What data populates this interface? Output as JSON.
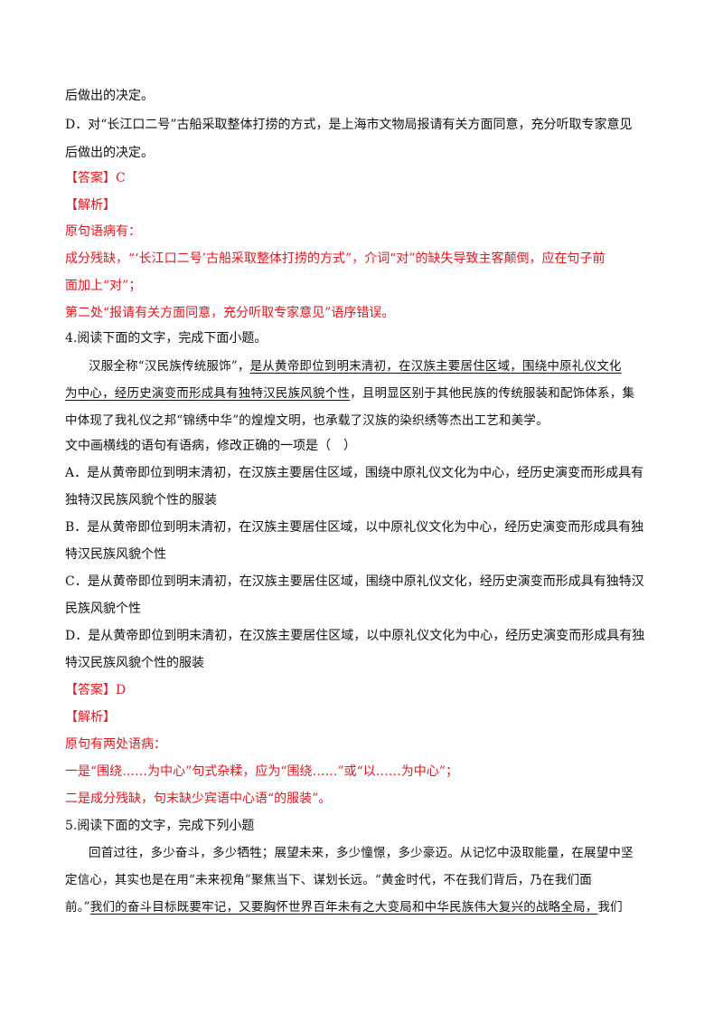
{
  "lines": {
    "l1": "后做出的决定。",
    "l2": "D．对“长江口二号”古船采取整体打捞的方式，是上海市文物局报请有关方面同意，充分听取专家意见",
    "l3": "后做出的决定。",
    "l4": "【答案】C",
    "l5": "【解析】",
    "l6": "原句语病有：",
    "l7": "成分残缺，“‘长江口二号’古船采取整体打捞的方式”，介词“对”的缺失导致主客颠倒，应在句子前",
    "l8": "面加上“对”；",
    "l9": "第二处“报请有关方面同意，充分听取专家意见”语序错误。",
    "l10": "4.阅读下面的文字，完成下面小题。",
    "l11a": "汉服全称“汉民族传统服饰”，",
    "l11b": "是从黄帝即位到明末清初，在汉族主要居住区域，围绕中原礼仪文化",
    "l12a": "为中心，经历史演变而形成具有独特汉民族风貌个性",
    "l12b": "，且明显区别于其他民族的传统服装和配饰体系，集",
    "l13": "中体现了我礼仪之邦“锦绣中华”的煌煌文明，也承载了汉族的染织绣等杰出工艺和美学。",
    "l14": "文中画横线的语句有语病，修改正确的一项是（　）",
    "l15": "A．是从黄帝即位到明末清初，在汉族主要居住区域，围绕中原礼仪文化为中心，经历史演变而形成具有",
    "l16": "独特汉民族风貌个性的服装",
    "l17": "B．是从黄帝即位到明末清初，在汉族主要居住区域，以中原礼仪文化为中心，经历史演变而形成具有独",
    "l18": "特汉民族风貌个性",
    "l19": "C．是从黄帝即位到明末清初，在汉族主要居住区域，围绕中原礼仪文化，经历史演变而形成具有独特汉",
    "l20": "民族风貌个性",
    "l21": "D．是从黄帝即位到明末清初，在汉族主要居住区域，以中原礼仪文化为中心，经历史演变而形成具有独",
    "l22": "特汉民族风貌个性的服装",
    "l23": "【答案】D",
    "l24": "【解析】",
    "l25": "原句有两处语病：",
    "l26": "一是“围绕……为中心”句式杂糅，应为“围绕……”或“以……为中心”；",
    "l27": "二是成分残缺，句末缺少宾语中心语“的服装”。",
    "l28": "5.阅读下面的文字，完成下列小题",
    "l29": "回首过往，多少奋斗，多少牺牲；展望未来，多少憧憬，多少豪迈。从记忆中汲取能量，在展望中坚",
    "l30": "定信心，其实也是在用“未来视角”聚焦当下、谋划长远。“黄金时代，不在我们背后，乃在我们面",
    "l31a": "前。”",
    "l31b": "我们的奋斗目标既要牢记，又要胸怀世界百年未有之大变局和中华民族伟大复兴的战略全局，",
    "l31c": "我们"
  },
  "colors": {
    "answer_red": "#e8141c",
    "text": "#111111"
  }
}
